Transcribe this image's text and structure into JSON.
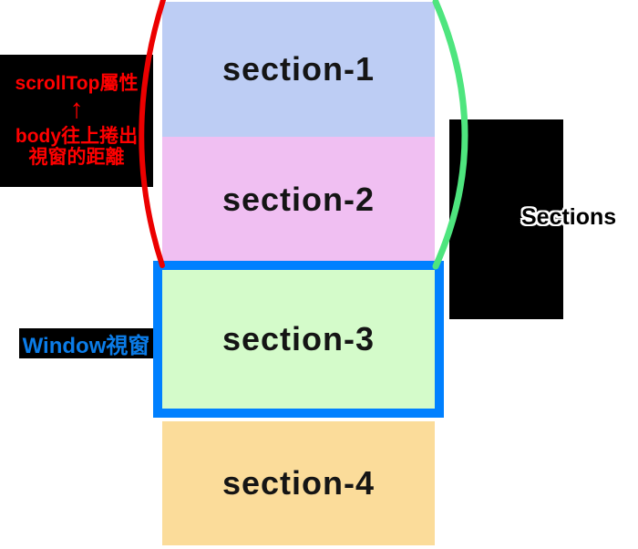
{
  "diagram": {
    "sections": [
      {
        "label": "section-1",
        "color": "#bdcdf4"
      },
      {
        "label": "section-2",
        "color": "#f0bff2"
      },
      {
        "label": "section-3",
        "color": "#d4fbca"
      },
      {
        "label": "section-4",
        "color": "#fbdc9a"
      }
    ],
    "viewport": {
      "border_color": "#0080ff"
    },
    "scrolltop_note": {
      "bg": "#000000",
      "text_color": "#ff0000",
      "title": "scrollTop屬性",
      "arrow_icon": "↑",
      "line1": "body往上捲出",
      "line2": "視窗的距離"
    },
    "window_label": {
      "bg": "#000000",
      "text_color": "#0b7ce8",
      "text": "Window視窗"
    },
    "right_label": {
      "bg": "#000000",
      "fill_color": "#000000",
      "outline_color": "#ffffff",
      "text": "Sections"
    },
    "curves": {
      "left_color": "#ec0000",
      "right_color": "#4ee57e"
    }
  }
}
